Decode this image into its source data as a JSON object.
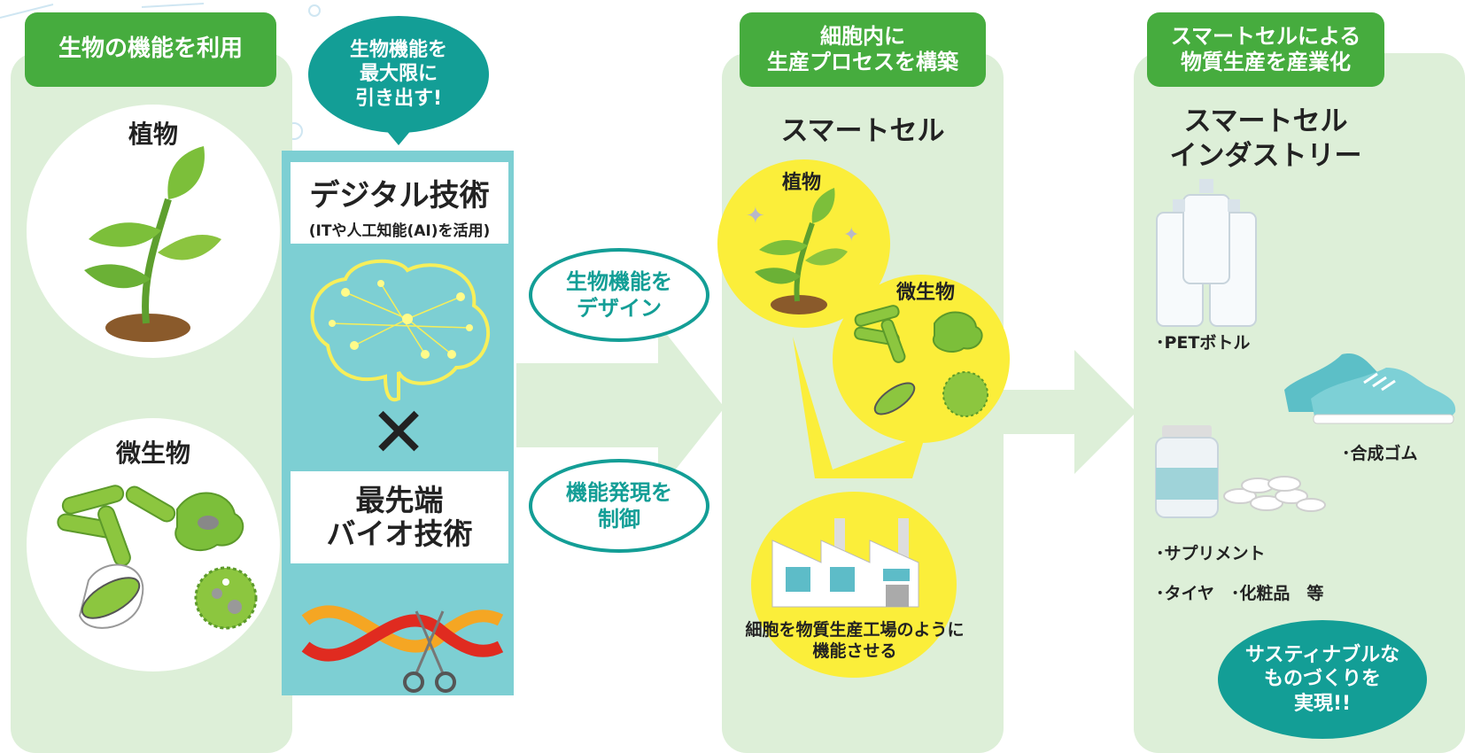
{
  "panel1": {
    "title": "生物の機能を利用",
    "plant_label": "植物",
    "microbe_label": "微生物"
  },
  "panel2": {
    "bubble": "生物機能を\n最大限に\n引き出す!",
    "digital_title": "デジタル技術",
    "digital_sub": "(ITや人工知能(AI)を活用)",
    "times_symbol": "✕",
    "bio_title": "最先端\nバイオ技術"
  },
  "middle": {
    "design_oval": "生物機能を\nデザイン",
    "control_oval": "機能発現を\n制御"
  },
  "panel3": {
    "title": "細胞内に\n生産プロセスを構築",
    "heading": "スマートセル",
    "plant_label": "植物",
    "microbe_label": "微生物",
    "factory_caption": "細胞を物質生産工場のように\n機能させる"
  },
  "panel4": {
    "title": "スマートセルによる\n物質生産を産業化",
    "heading": "スマートセル\nインダストリー",
    "pet": "･PETボトル",
    "rubber": "･合成ゴム",
    "supplement": "･サプリメント",
    "others": "･タイヤ　･化粧品　等",
    "bubble": "サスティナブルな\nものづくりを\n実現!!"
  },
  "colors": {
    "panel_bg": "#ddefd8",
    "title_green": "#46ac3e",
    "teal": "#139e96",
    "digital_bg": "#7dcfd3",
    "yellow": "#fbee3a",
    "arrow": "#ddefd8"
  }
}
